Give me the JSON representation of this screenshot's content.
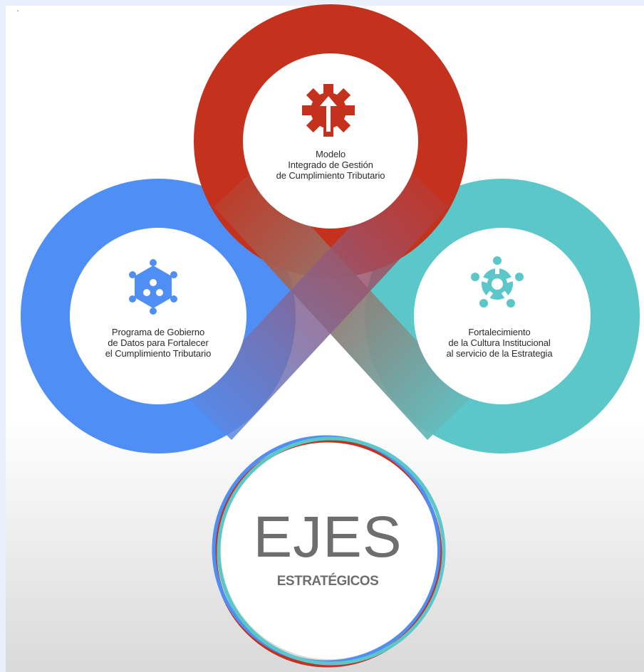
{
  "background_color": "#e8f0fb",
  "corner_mark": "˛",
  "axes": [
    {
      "id": "top",
      "color": "#c4321e",
      "icon": "gear-arrow-icon",
      "lines": [
        "Modelo",
        "Integrado de Gestión",
        "de Cumplimiento Tributario"
      ]
    },
    {
      "id": "left",
      "color": "#4f8ff5",
      "icon": "hexagon-network-icon",
      "lines": [
        "Programa de Gobierno",
        "de Datos para Fortalecer",
        "el Cumplimiento Tributario"
      ]
    },
    {
      "id": "right",
      "color": "#5cc7c9",
      "icon": "people-circle-icon",
      "lines": [
        "Fortalecimiento",
        "de la Cultura Institucional",
        "al servicio de la Estrategia"
      ]
    }
  ],
  "center": {
    "title": "EJES",
    "subtitle": "ESTRATÉGICOS",
    "ring_colors": [
      "#c4321e",
      "#4f8ff5",
      "#5cc7c9"
    ]
  }
}
